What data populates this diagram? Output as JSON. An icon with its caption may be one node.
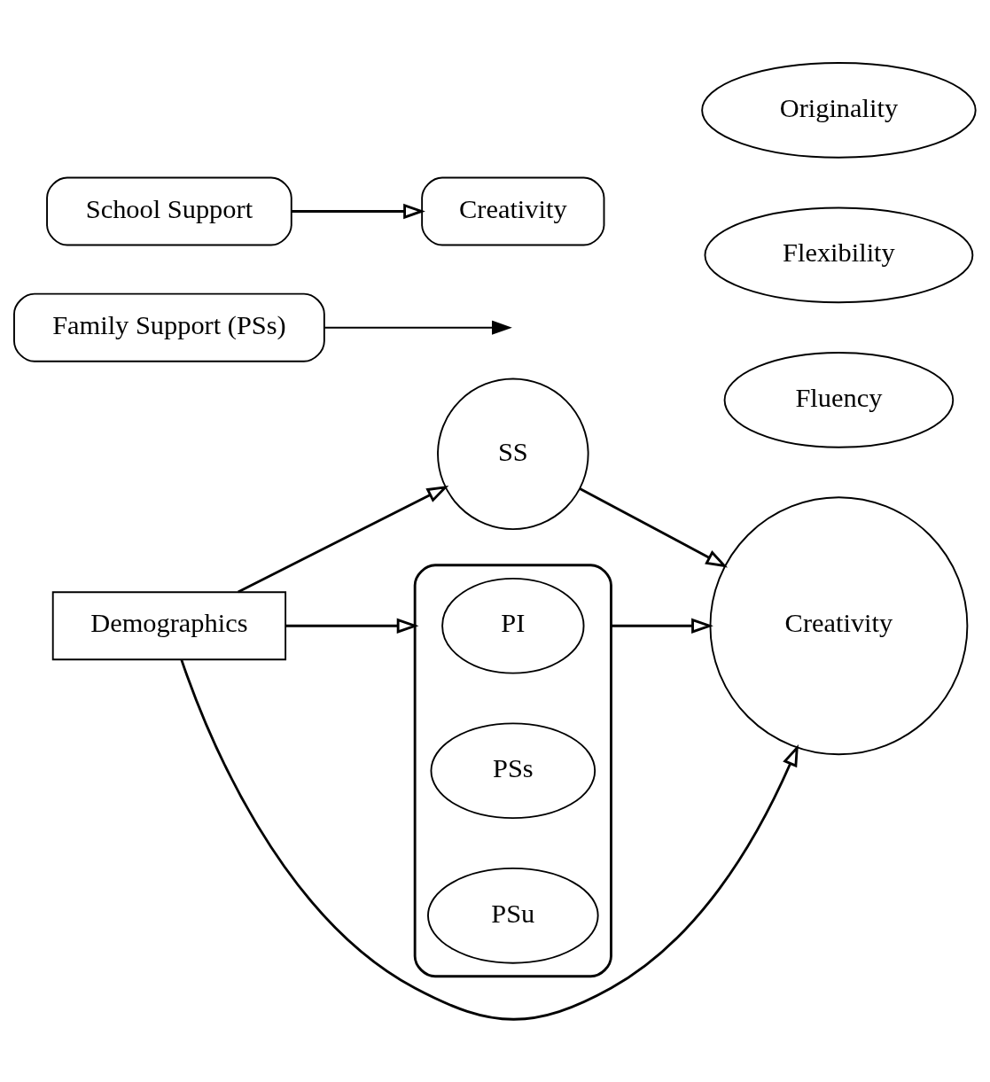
{
  "diagram": {
    "nodes": [
      {
        "text": [
          "Demographics"
        ]
      },
      {
        "text": [
          "SS"
        ]
      },
      {
        "text": [],
        "shape": "ellipse"
      },
      {
        "text": [
          "PI"
        ],
        "in": 2
      },
      {
        "text": [
          "PSs"
        ],
        "in": 2
      },
      {
        "text": [
          "PSu"
        ],
        "in": 2
      },
      {
        "text": [
          "Creativity"
        ]
      },
      {
        "text": [
          "Fluency"
        ]
      },
      {
        "text": [
          "Flexibility"
        ]
      },
      {
        "text": [
          "Originality"
        ]
      },
      {
        "text": [
          "Family Support (PSs)"
        ]
      },
      {
        "text": [
          "School Support"
        ]
      },
      {
        "text": [
          "Creativity"
        ]
      }
    ],
    "edges": [
      {
        "from": 0,
        "to": 1,
        "arrow": "to"
      },
      {
        "from": 0,
        "to": 6,
        "arrow": "to"
      },
      {
        "from": 0,
        "to": 2,
        "arrow": "to"
      },
      {
        "from": 1,
        "to": 6,
        "arrow": "to"
      },
      {
        "from": 2,
        "to": 6,
        "arrow": "to"
      },
      {
        "from": 11,
        "to": 12,
        "arrow": "to"
      },
      {
        "from": 10,
        "to": null,
        "arrow": "to"
      }
    ]
  }
}
